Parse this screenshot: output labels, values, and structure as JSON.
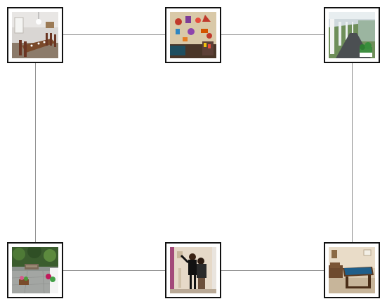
{
  "gallery": {
    "layout": "rectangular-ring",
    "connector_color": "#8f8f8f",
    "frame_border_color": "#111111",
    "tiles": [
      {
        "subject": "dining-room-photo"
      },
      {
        "subject": "decorated-playroom-photo"
      },
      {
        "subject": "covered-porch-photo"
      },
      {
        "subject": "garden-patio-photo"
      },
      {
        "subject": "people-at-wall-photo"
      },
      {
        "subject": "billiard-room-photo"
      }
    ]
  }
}
